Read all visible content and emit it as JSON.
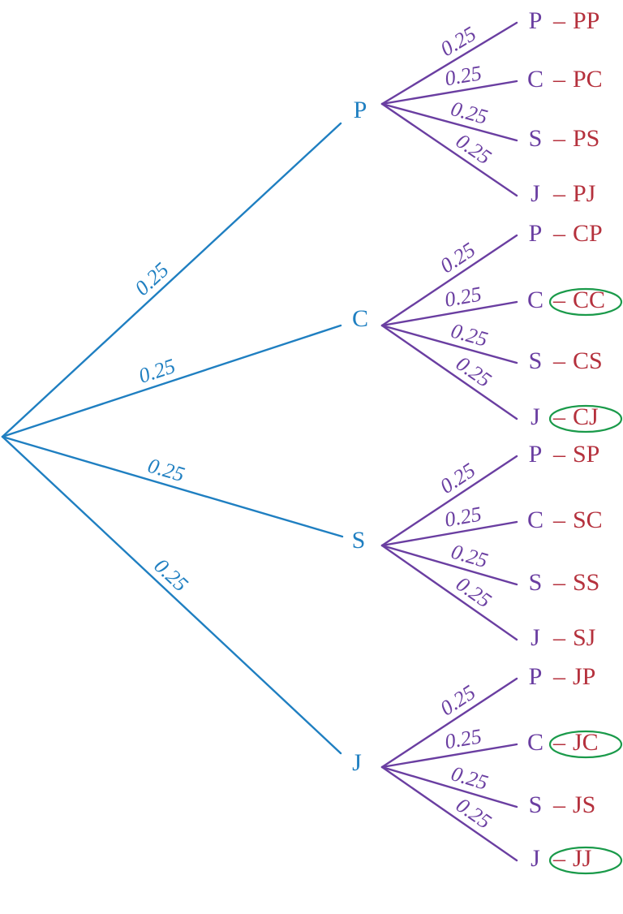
{
  "colors": {
    "first_level": "#1f7fc1",
    "second_level": "#6a3ea1",
    "outcome_text": "#b5313d",
    "highlight": "#1a9a4a",
    "background": "#ffffff"
  },
  "first_branches": [
    {
      "node": "P",
      "prob": "0.25",
      "children": [
        {
          "letter": "P",
          "prob": "0.25",
          "outcome": "PP",
          "highlight": false
        },
        {
          "letter": "C",
          "prob": "0.25",
          "outcome": "PC",
          "highlight": false
        },
        {
          "letter": "S",
          "prob": "0.25",
          "outcome": "PS",
          "highlight": false
        },
        {
          "letter": "J",
          "prob": "0.25",
          "outcome": "PJ",
          "highlight": false
        }
      ]
    },
    {
      "node": "C",
      "prob": "0.25",
      "children": [
        {
          "letter": "P",
          "prob": "0.25",
          "outcome": "CP",
          "highlight": false
        },
        {
          "letter": "C",
          "prob": "0.25",
          "outcome": "CC",
          "highlight": true
        },
        {
          "letter": "S",
          "prob": "0.25",
          "outcome": "CS",
          "highlight": false
        },
        {
          "letter": "J",
          "prob": "0.25",
          "outcome": "CJ",
          "highlight": true
        }
      ]
    },
    {
      "node": "S",
      "prob": "0.25",
      "children": [
        {
          "letter": "P",
          "prob": "0.25",
          "outcome": "SP",
          "highlight": false
        },
        {
          "letter": "C",
          "prob": "0.25",
          "outcome": "SC",
          "highlight": false
        },
        {
          "letter": "S",
          "prob": "0.25",
          "outcome": "SS",
          "highlight": false
        },
        {
          "letter": "J",
          "prob": "0.25",
          "outcome": "SJ",
          "highlight": false
        }
      ]
    },
    {
      "node": "J",
      "prob": "0.25",
      "children": [
        {
          "letter": "P",
          "prob": "0.25",
          "outcome": "JP",
          "highlight": false
        },
        {
          "letter": "C",
          "prob": "0.25",
          "outcome": "JC",
          "highlight": true
        },
        {
          "letter": "S",
          "prob": "0.25",
          "outcome": "JS",
          "highlight": false
        },
        {
          "letter": "J",
          "prob": "0.25",
          "outcome": "JJ",
          "highlight": true
        }
      ]
    }
  ]
}
